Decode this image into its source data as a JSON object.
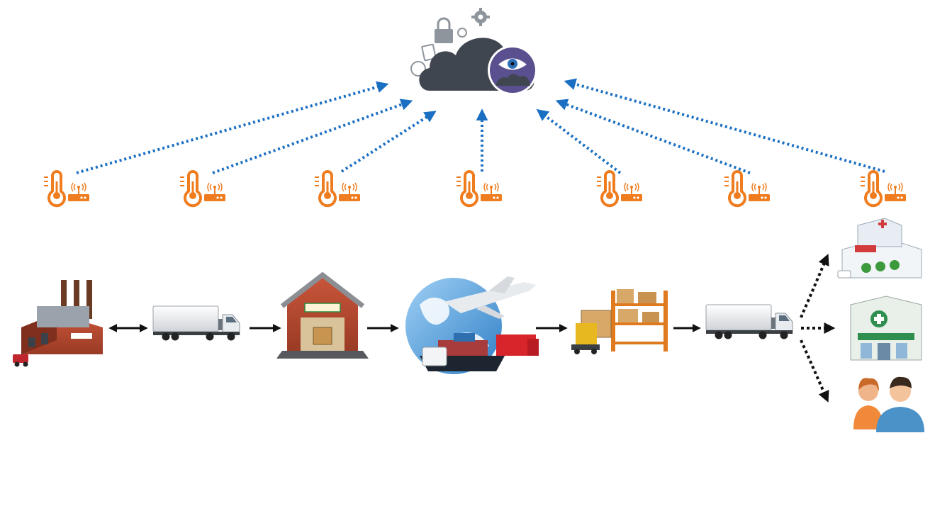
{
  "diagram": {
    "title": "",
    "cloud": {
      "icon": "cloud-monitoring-icon",
      "overlay_icon": "eye-icon",
      "small_icons": [
        "lock-icon",
        "gear-icon",
        "alarm-clock-icon",
        "document-icon"
      ]
    },
    "sensors": {
      "count": 7,
      "icon": "thermometer-icon",
      "transmitter_icon": "wireless-transmitter-icon"
    },
    "chain_nodes": [
      {
        "id": "factory",
        "icon": "factory-icon",
        "label": ""
      },
      {
        "id": "truck-1",
        "icon": "truck-icon",
        "label": ""
      },
      {
        "id": "warehouse",
        "icon": "warehouse-icon",
        "label": ""
      },
      {
        "id": "global-logistics",
        "icon": "global-logistics-icon",
        "label": ""
      },
      {
        "id": "storage",
        "icon": "storage-racks-icon",
        "label": ""
      },
      {
        "id": "truck-2",
        "icon": "truck-icon",
        "label": ""
      }
    ],
    "destinations": [
      {
        "id": "hospital",
        "icon": "hospital-icon",
        "label": ""
      },
      {
        "id": "pharmacy",
        "icon": "pharmacy-icon",
        "label": ""
      },
      {
        "id": "consumers",
        "icon": "people-icon",
        "label": ""
      }
    ],
    "colors": {
      "sensor": "#ef7d1f",
      "uplink_arrow": "#1b6fc2",
      "flow_arrow": "#111111",
      "cloud": "#3f4650",
      "eye_circle": "#5a4f8f"
    }
  }
}
